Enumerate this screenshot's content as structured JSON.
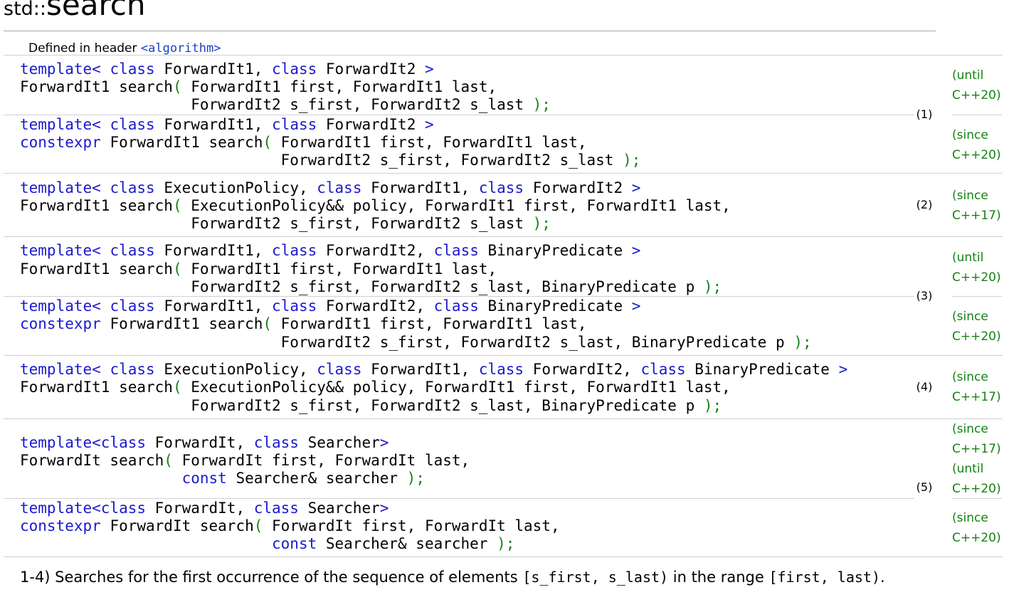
{
  "title": {
    "namespace": "std::",
    "name": "search"
  },
  "header_note": {
    "prefix": "Defined in header",
    "include": "<algorithm>"
  },
  "overloads": [
    {
      "number": "(1)"
    },
    {
      "number": "(2)"
    },
    {
      "number": "(3)"
    },
    {
      "number": "(4)"
    },
    {
      "number": "(5)"
    }
  ],
  "versions": {
    "v1a": [
      "(until",
      "C++20)"
    ],
    "v1b": [
      "(since",
      "C++20)"
    ],
    "v2": [
      "(since",
      "C++17)"
    ],
    "v3a": [
      "(until",
      "C++20)"
    ],
    "v3b": [
      "(since",
      "C++20)"
    ],
    "v4": [
      "(since",
      "C++17)"
    ],
    "v5a": [
      "(since",
      "C++17)",
      "(until",
      "C++20)"
    ],
    "v5b": [
      "(since",
      "C++20)"
    ]
  },
  "code": {
    "l1": [
      [
        "template<",
        "kw"
      ],
      [
        " ",
        ""
      ],
      [
        "class",
        "kw"
      ],
      [
        " ForwardIt1, ",
        ""
      ],
      [
        "class",
        "kw"
      ],
      [
        " ForwardIt2 ",
        ""
      ],
      [
        ">",
        "kw"
      ]
    ],
    "l2": [
      [
        "ForwardIt1 search",
        ""
      ],
      [
        "(",
        "br"
      ],
      [
        " ForwardIt1 first, ForwardIt1 last,",
        ""
      ]
    ],
    "l3": [
      [
        "                   ForwardIt2 s_first, ForwardIt2 s_last ",
        ""
      ],
      [
        ");",
        "br"
      ]
    ],
    "l4": [
      [
        "template<",
        "kw"
      ],
      [
        " ",
        ""
      ],
      [
        "class",
        "kw"
      ],
      [
        " ForwardIt1, ",
        ""
      ],
      [
        "class",
        "kw"
      ],
      [
        " ForwardIt2 ",
        ""
      ],
      [
        ">",
        "kw"
      ]
    ],
    "l5": [
      [
        "constexpr",
        "kw"
      ],
      [
        " ForwardIt1 search",
        ""
      ],
      [
        "(",
        "br"
      ],
      [
        " ForwardIt1 first, ForwardIt1 last,",
        ""
      ]
    ],
    "l6": [
      [
        "                             ForwardIt2 s_first, ForwardIt2 s_last ",
        ""
      ],
      [
        ");",
        "br"
      ]
    ],
    "l7": [
      [
        "template<",
        "kw"
      ],
      [
        " ",
        ""
      ],
      [
        "class",
        "kw"
      ],
      [
        " ExecutionPolicy, ",
        ""
      ],
      [
        "class",
        "kw"
      ],
      [
        " ForwardIt1, ",
        ""
      ],
      [
        "class",
        "kw"
      ],
      [
        " ForwardIt2 ",
        ""
      ],
      [
        ">",
        "kw"
      ]
    ],
    "l8": [
      [
        "ForwardIt1 search",
        ""
      ],
      [
        "(",
        "br"
      ],
      [
        " ExecutionPolicy&& policy, ForwardIt1 first, ForwardIt1 last,",
        ""
      ]
    ],
    "l9": [
      [
        "                   ForwardIt2 s_first, ForwardIt2 s_last ",
        ""
      ],
      [
        ");",
        "br"
      ]
    ],
    "l10": [
      [
        "template<",
        "kw"
      ],
      [
        " ",
        ""
      ],
      [
        "class",
        "kw"
      ],
      [
        " ForwardIt1, ",
        ""
      ],
      [
        "class",
        "kw"
      ],
      [
        " ForwardIt2, ",
        ""
      ],
      [
        "class",
        "kw"
      ],
      [
        " BinaryPredicate ",
        ""
      ],
      [
        ">",
        "kw"
      ]
    ],
    "l11": [
      [
        "ForwardIt1 search",
        ""
      ],
      [
        "(",
        "br"
      ],
      [
        " ForwardIt1 first, ForwardIt1 last,",
        ""
      ]
    ],
    "l12": [
      [
        "                   ForwardIt2 s_first, ForwardIt2 s_last, BinaryPredicate p ",
        ""
      ],
      [
        ");",
        "br"
      ]
    ],
    "l13": [
      [
        "template<",
        "kw"
      ],
      [
        " ",
        ""
      ],
      [
        "class",
        "kw"
      ],
      [
        " ForwardIt1, ",
        ""
      ],
      [
        "class",
        "kw"
      ],
      [
        " ForwardIt2, ",
        ""
      ],
      [
        "class",
        "kw"
      ],
      [
        " BinaryPredicate ",
        ""
      ],
      [
        ">",
        "kw"
      ]
    ],
    "l14": [
      [
        "constexpr",
        "kw"
      ],
      [
        " ForwardIt1 search",
        ""
      ],
      [
        "(",
        "br"
      ],
      [
        " ForwardIt1 first, ForwardIt1 last,",
        ""
      ]
    ],
    "l15": [
      [
        "                             ForwardIt2 s_first, ForwardIt2 s_last, BinaryPredicate p ",
        ""
      ],
      [
        ");",
        "br"
      ]
    ],
    "l16": [
      [
        "template<",
        "kw"
      ],
      [
        " ",
        ""
      ],
      [
        "class",
        "kw"
      ],
      [
        " ExecutionPolicy, ",
        ""
      ],
      [
        "class",
        "kw"
      ],
      [
        " ForwardIt1, ",
        ""
      ],
      [
        "class",
        "kw"
      ],
      [
        " ForwardIt2, ",
        ""
      ],
      [
        "class",
        "kw"
      ],
      [
        " BinaryPredicate ",
        ""
      ],
      [
        ">",
        "kw"
      ]
    ],
    "l17": [
      [
        "ForwardIt1 search",
        ""
      ],
      [
        "(",
        "br"
      ],
      [
        " ExecutionPolicy&& policy, ForwardIt1 first, ForwardIt1 last,",
        ""
      ]
    ],
    "l18": [
      [
        "                   ForwardIt2 s_first, ForwardIt2 s_last, BinaryPredicate p ",
        ""
      ],
      [
        ");",
        "br"
      ]
    ],
    "l19": [
      [
        "template<class",
        "kw"
      ],
      [
        " ForwardIt, ",
        ""
      ],
      [
        "class",
        "kw"
      ],
      [
        " Searcher",
        ""
      ],
      [
        ">",
        "kw"
      ]
    ],
    "l20": [
      [
        "ForwardIt search",
        ""
      ],
      [
        "(",
        "br"
      ],
      [
        " ForwardIt first, ForwardIt last,",
        ""
      ]
    ],
    "l21": [
      [
        "                  ",
        ""
      ],
      [
        "const",
        "kw"
      ],
      [
        " Searcher& searcher ",
        ""
      ],
      [
        ");",
        "br"
      ]
    ],
    "l22": [
      [
        "template<class",
        "kw"
      ],
      [
        " ForwardIt, ",
        ""
      ],
      [
        "class",
        "kw"
      ],
      [
        " Searcher",
        ""
      ],
      [
        ">",
        "kw"
      ]
    ],
    "l23": [
      [
        "constexpr",
        "kw"
      ],
      [
        " ForwardIt search",
        ""
      ],
      [
        "(",
        "br"
      ],
      [
        " ForwardIt first, ForwardIt last,",
        ""
      ]
    ],
    "l24": [
      [
        "                            ",
        ""
      ],
      [
        "const",
        "kw"
      ],
      [
        " Searcher& searcher ",
        ""
      ],
      [
        ");",
        "br"
      ]
    ]
  },
  "description": {
    "prefix": "1-4) Searches for the first occurrence of the sequence of elements ",
    "range1": "[s_first, s_last)",
    "middle": " in the range ",
    "range2": "[first, last)",
    "suffix": "."
  }
}
